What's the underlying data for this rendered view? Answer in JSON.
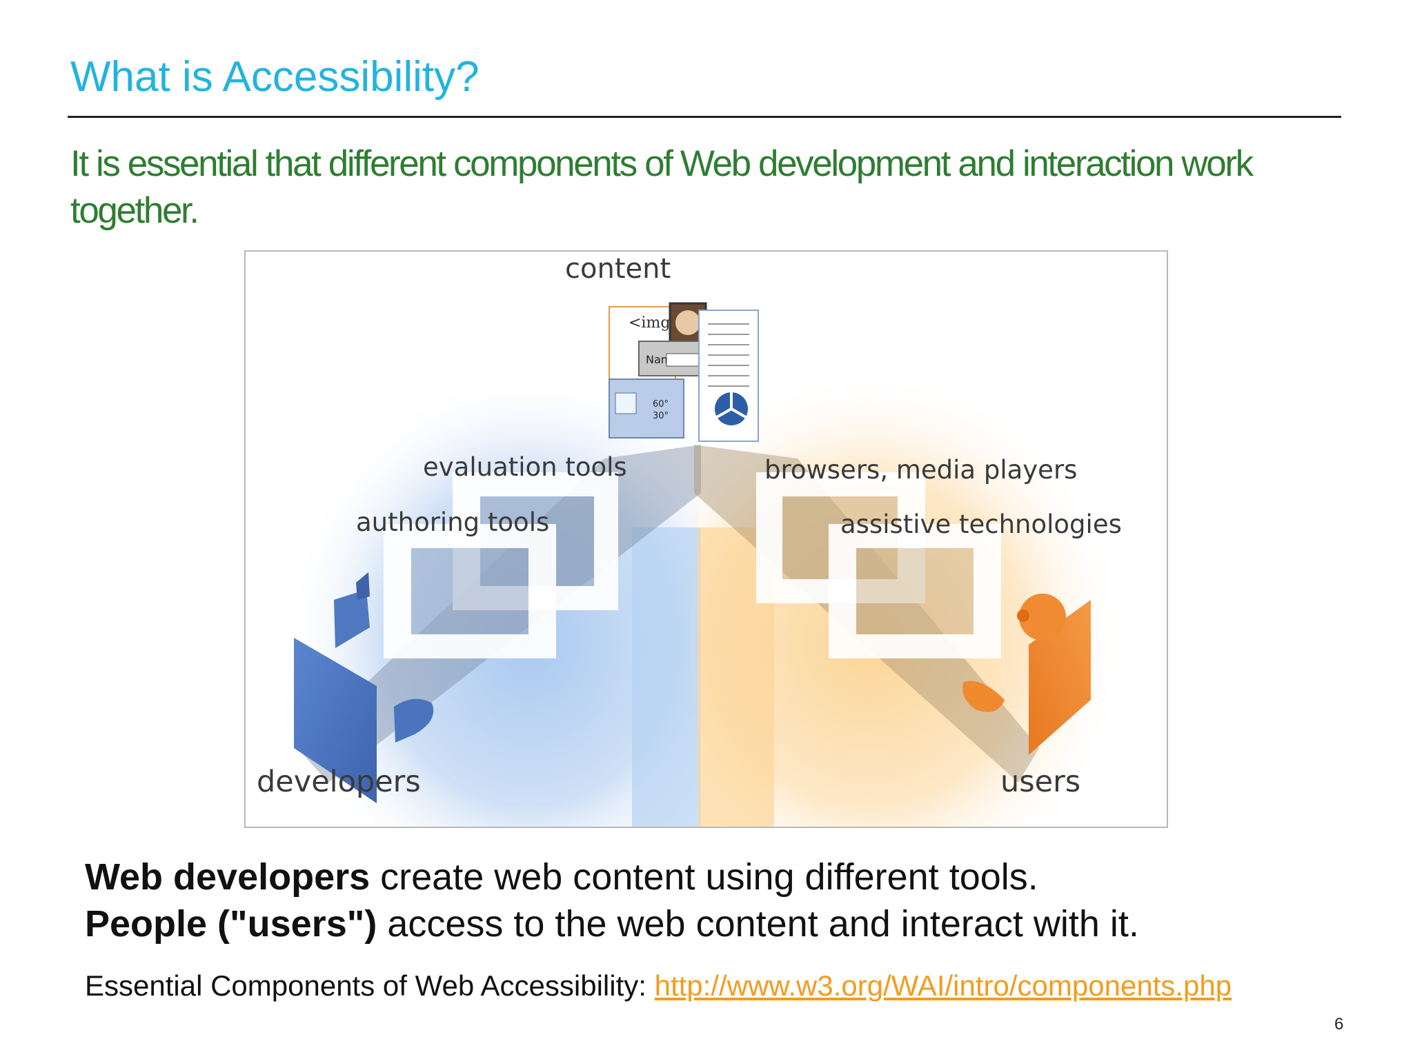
{
  "slide": {
    "title": "What is Accessibility?",
    "subtitle": "It is essential that different components of Web development and interaction work together.",
    "page_number": "6"
  },
  "figure": {
    "labels": {
      "content": "content",
      "evaluation_tools": "evaluation tools",
      "authoring_tools": "authoring tools",
      "browsers": "browsers, media players",
      "assistive": "assistive technologies",
      "developers": "developers",
      "users": "users",
      "img_tag": "<img",
      "name_field": "Name:"
    },
    "colors": {
      "developer_blue": "#4f79c3",
      "user_orange": "#ef8a2f",
      "blue_glow": "#b9d3f2",
      "orange_glow": "#fde0b0"
    }
  },
  "body": {
    "line1_bold": "Web developers",
    "line1_rest": " create web content using different tools.",
    "line2_bold": "People (\"users\")",
    "line2_rest": " access to the web content and interact with it."
  },
  "reference": {
    "label": "Essential Components of Web Accessibility: ",
    "link_text": "http://www.w3.org/WAI/intro/components.php"
  },
  "colors": {
    "title": "#21b4df",
    "subtitle": "#2e7d32",
    "link": "#f29c1f"
  }
}
